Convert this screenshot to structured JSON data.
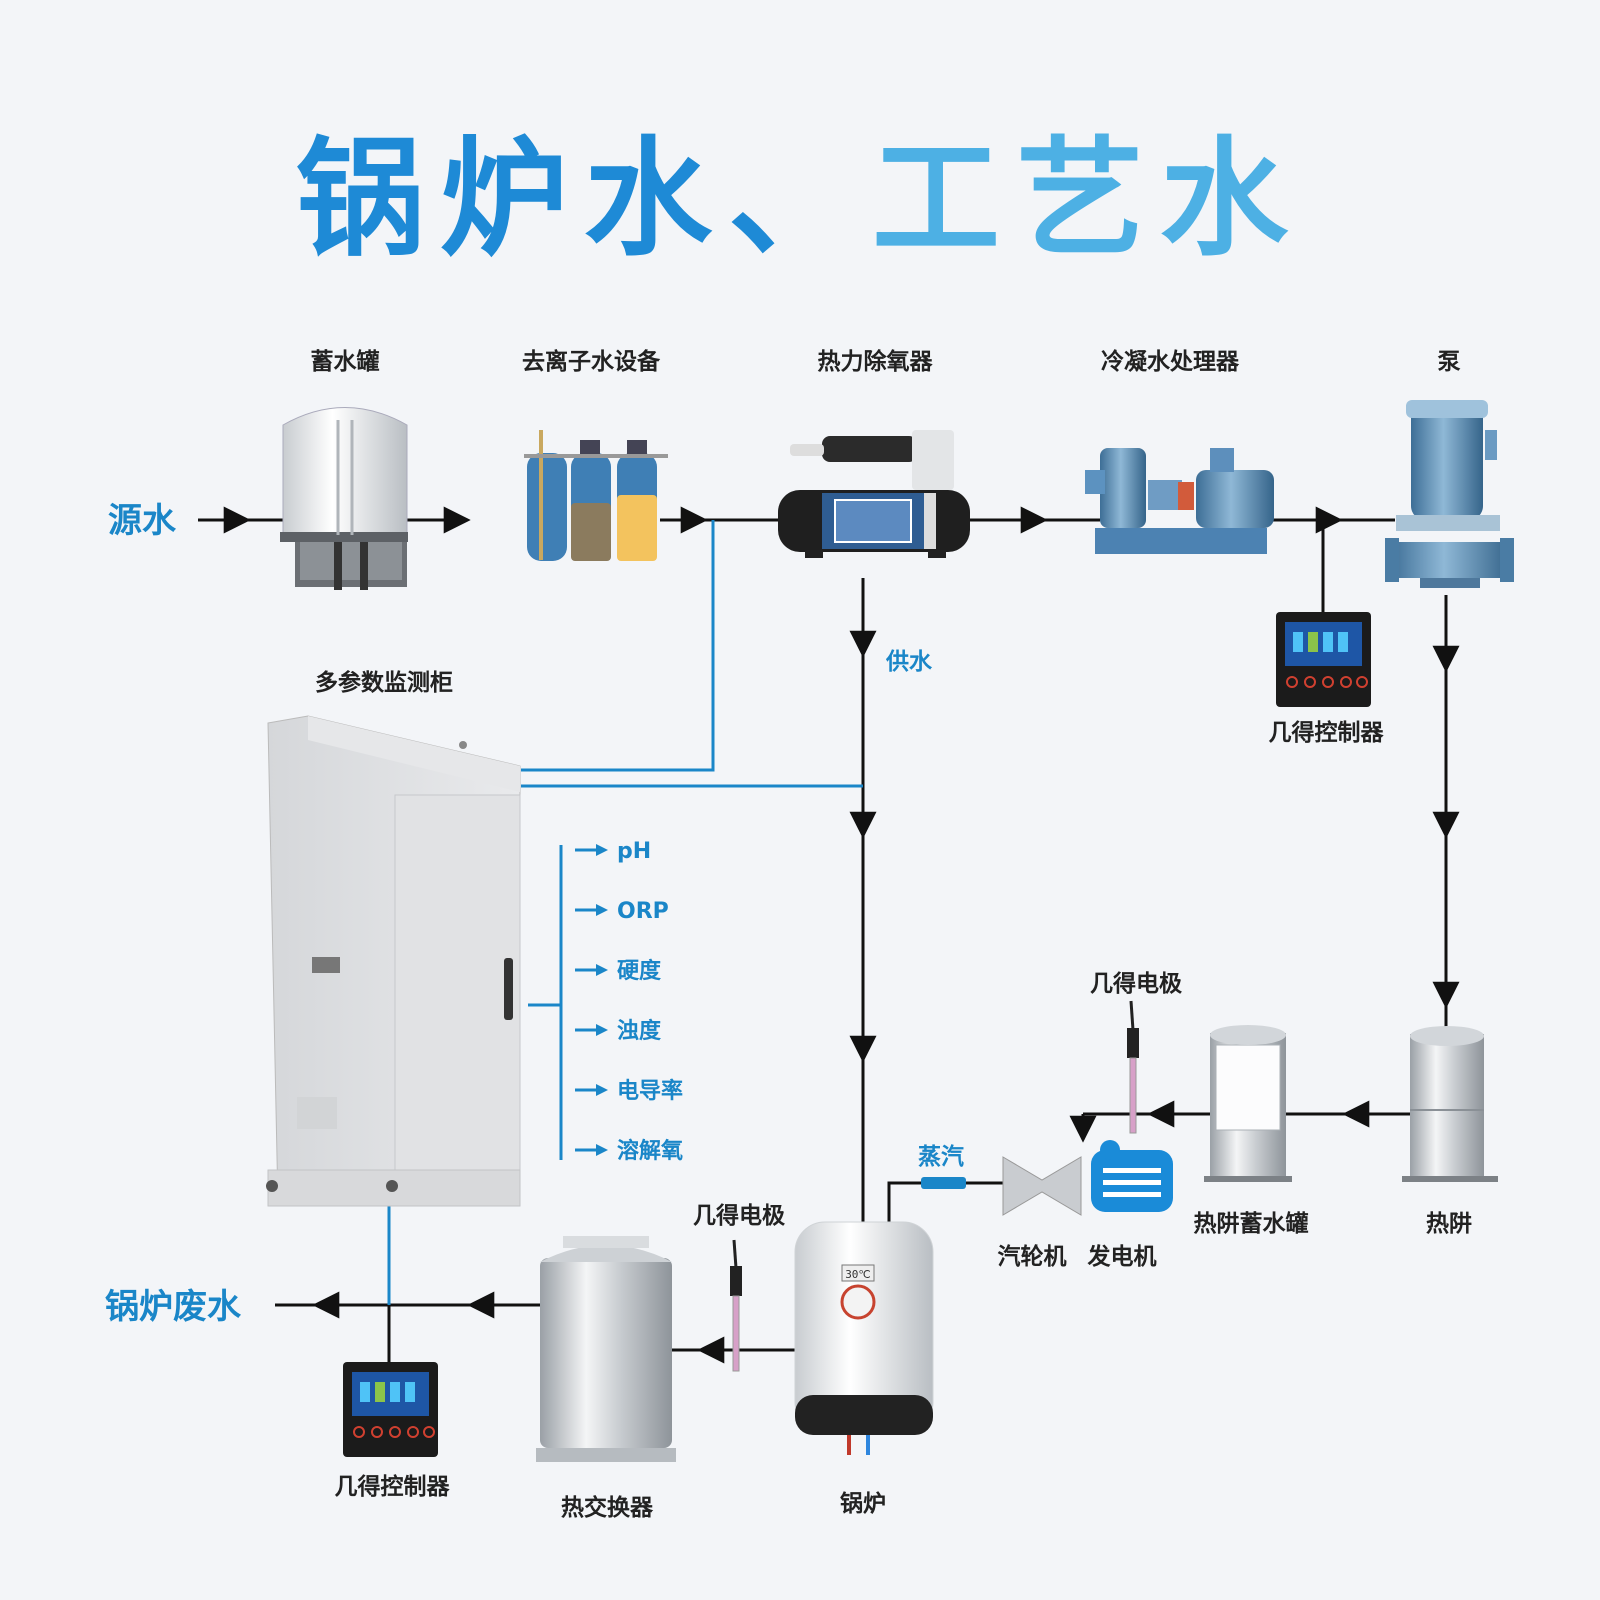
{
  "title": {
    "part1": "锅炉水、",
    "part2": "工艺水"
  },
  "labels": {
    "source_water": "源水",
    "storage_tank": "蓄水罐",
    "deionized_equipment": "去离子水设备",
    "thermal_deaerator": "热力除氧器",
    "condensate_treatment": "冷凝水处理器",
    "pump": "泵",
    "monitoring_cabinet": "多参数监测柜",
    "supply_water": "供水",
    "controller_top": "几得控制器",
    "electrode_right": "几得电极",
    "steam": "蒸汽",
    "turbine": "汽轮机",
    "generator": "发电机",
    "hot_well_storage": "热阱蓄水罐",
    "hot_well": "热阱",
    "electrode_bottom": "几得电极",
    "boiler_wastewater": "锅炉废水",
    "controller_bottom": "几得控制器",
    "heat_exchanger": "热交换器",
    "boiler": "锅炉",
    "boiler_display": "30℃"
  },
  "parameters": [
    "pH",
    "ORP",
    "硬度",
    "浊度",
    "电导率",
    "溶解氧"
  ],
  "colors": {
    "title_dark": "#1e8ad6",
    "title_light": "#4db0e4",
    "accent_blue": "#1a86c8",
    "line": "#111111"
  }
}
